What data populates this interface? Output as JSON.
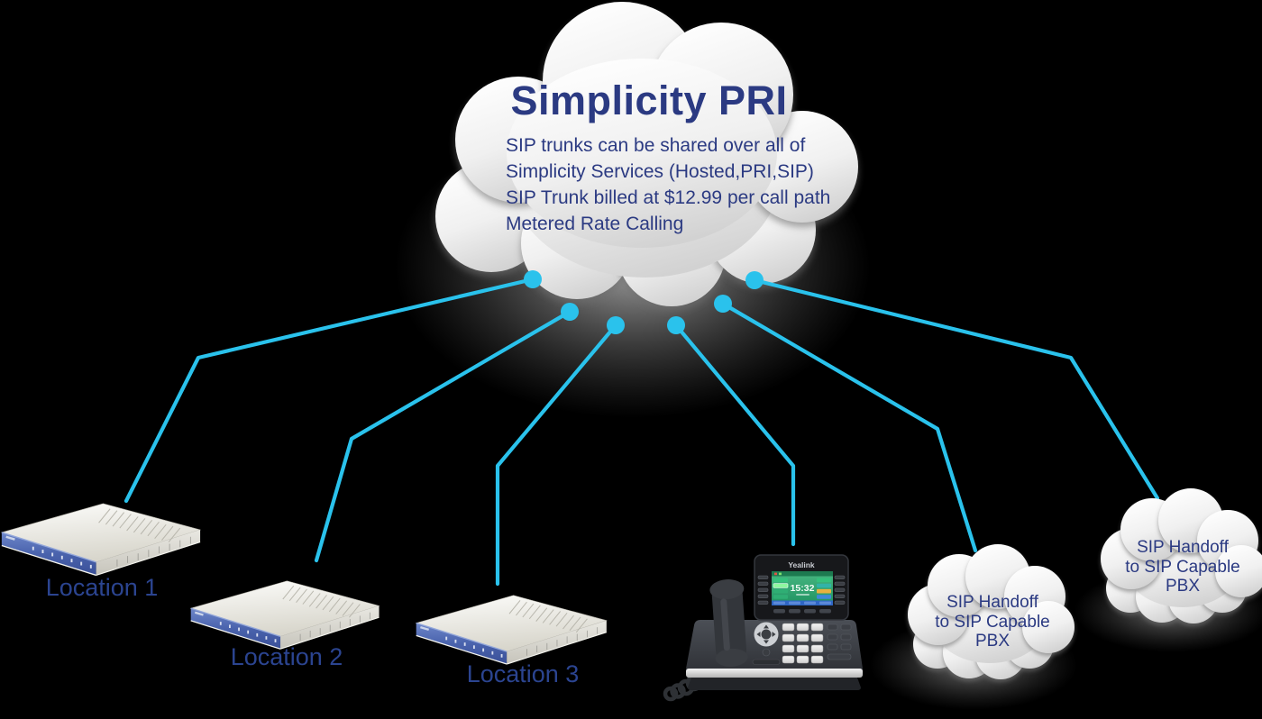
{
  "diagram": {
    "type": "network-topology",
    "background_color": "#000000",
    "colors": {
      "accent_cyan": "#2AC2EC",
      "text_navy": "#2B3A82",
      "label_navy": "#2B4490",
      "cloud_light": "#ffffff",
      "cloud_dark": "#d4d4d4"
    }
  },
  "main_cloud": {
    "title": "Simplicity PRI",
    "description": "SIP trunks can be shared over all of\nSimplicity Services (Hosted,PRI,SIP)\nSIP Trunk billed at $12.99 per call path\nMetered Rate Calling"
  },
  "locations": [
    {
      "label": "Location 1"
    },
    {
      "label": "Location 2"
    },
    {
      "label": "Location 3"
    }
  ],
  "phone": {
    "brand": "Yealink",
    "screen_time": "15:32"
  },
  "sip_clouds": [
    {
      "label": "SIP Handoff\nto SIP Capable\nPBX"
    },
    {
      "label": "SIP Handoff\nto SIP Capable\nPBX"
    }
  ]
}
